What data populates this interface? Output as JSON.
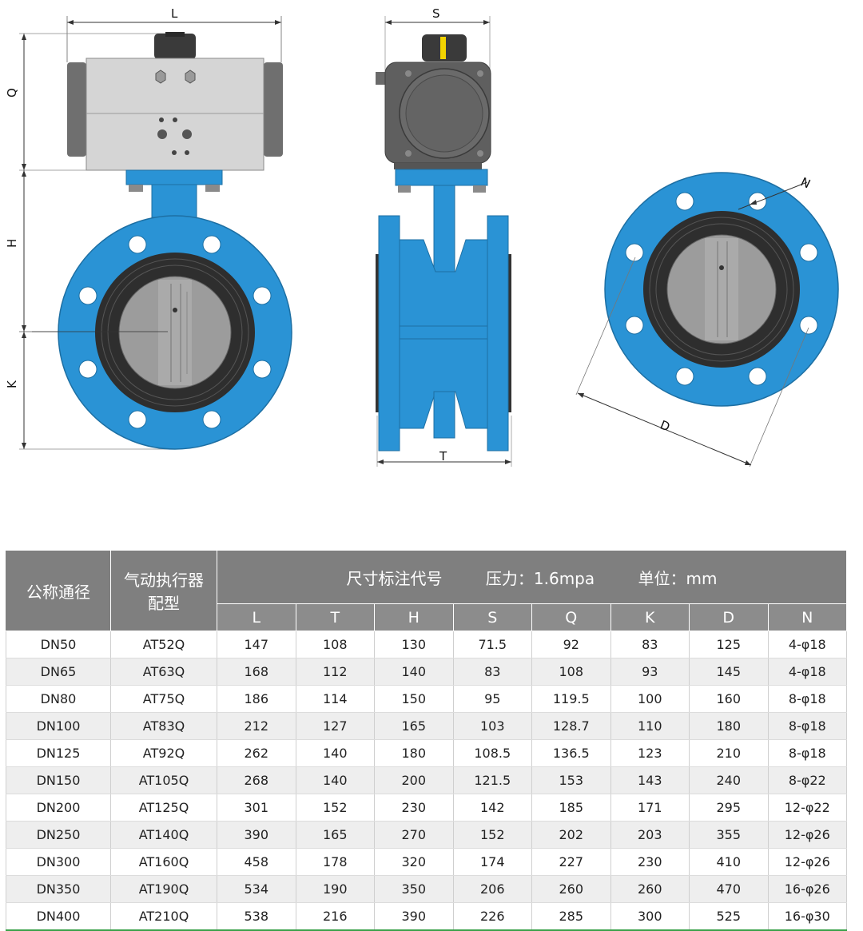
{
  "dimensions": {
    "L": "L",
    "Q": "Q",
    "H": "H",
    "K": "K",
    "S": "S",
    "T": "T",
    "N": "N",
    "D": "D"
  },
  "colors": {
    "body_blue": "#2a93d5",
    "actuator_gray": "#d4d4d4",
    "disc_gray": "#9a9a9a",
    "seat_dark": "#2e2e2e",
    "header_gray": "#7f7f7f"
  },
  "table": {
    "header": {
      "nominal": "公称通径",
      "actuator_line1": "气动执行器",
      "actuator_line2": "配型",
      "codes": "尺寸标注代号",
      "pressure": "压力：1.6mpa",
      "unit": "单位：mm"
    },
    "columns": [
      "L",
      "T",
      "H",
      "S",
      "Q",
      "K",
      "D",
      "N"
    ],
    "rows": [
      [
        "DN50",
        "AT52Q",
        "147",
        "108",
        "130",
        "71.5",
        "92",
        "83",
        "125",
        "4-φ18"
      ],
      [
        "DN65",
        "AT63Q",
        "168",
        "112",
        "140",
        "83",
        "108",
        "93",
        "145",
        "4-φ18"
      ],
      [
        "DN80",
        "AT75Q",
        "186",
        "114",
        "150",
        "95",
        "119.5",
        "100",
        "160",
        "8-φ18"
      ],
      [
        "DN100",
        "AT83Q",
        "212",
        "127",
        "165",
        "103",
        "128.7",
        "110",
        "180",
        "8-φ18"
      ],
      [
        "DN125",
        "AT92Q",
        "262",
        "140",
        "180",
        "108.5",
        "136.5",
        "123",
        "210",
        "8-φ18"
      ],
      [
        "DN150",
        "AT105Q",
        "268",
        "140",
        "200",
        "121.5",
        "153",
        "143",
        "240",
        "8-φ22"
      ],
      [
        "DN200",
        "AT125Q",
        "301",
        "152",
        "230",
        "142",
        "185",
        "171",
        "295",
        "12-φ22"
      ],
      [
        "DN250",
        "AT140Q",
        "390",
        "165",
        "270",
        "152",
        "202",
        "203",
        "355",
        "12-φ26"
      ],
      [
        "DN300",
        "AT160Q",
        "458",
        "178",
        "320",
        "174",
        "227",
        "230",
        "410",
        "12-φ26"
      ],
      [
        "DN350",
        "AT190Q",
        "534",
        "190",
        "350",
        "206",
        "260",
        "260",
        "470",
        "16-φ26"
      ],
      [
        "DN400",
        "AT210Q",
        "538",
        "216",
        "390",
        "226",
        "285",
        "300",
        "525",
        "16-φ30"
      ]
    ]
  }
}
